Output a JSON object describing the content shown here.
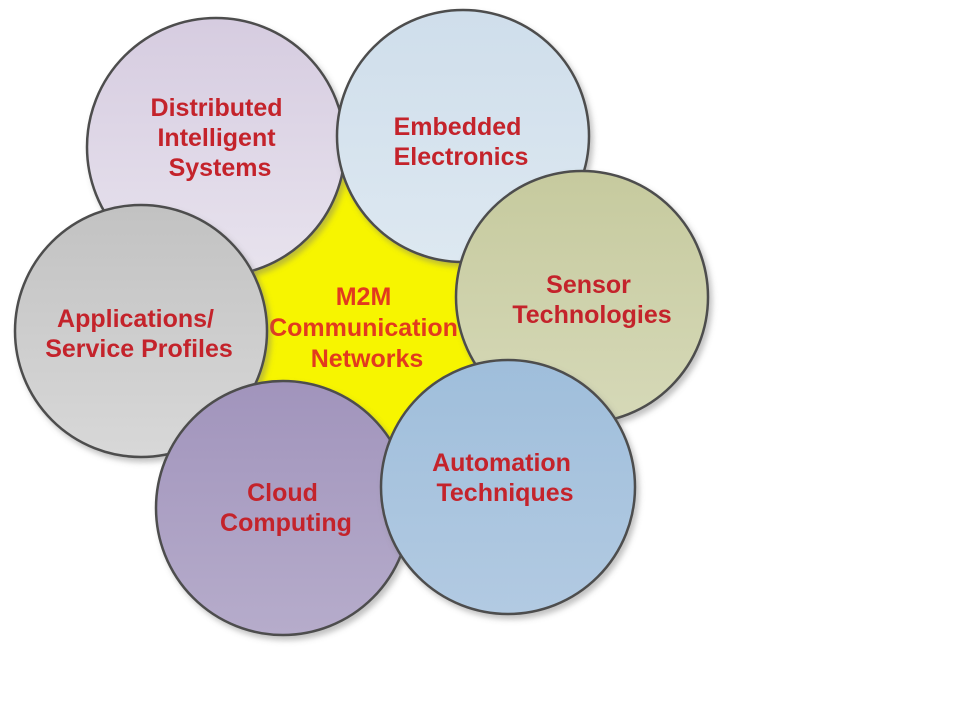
{
  "diagram": {
    "background_color": "#ffffff",
    "outline_color": "#4d4d4d",
    "label_color": "#c4232b",
    "center": {
      "label": "M2M Communication Networks",
      "lines": [
        "M2M",
        "Communication",
        "Networks"
      ],
      "fill": "#f7f500",
      "text_color": "#e23a1e"
    },
    "nodes": [
      {
        "id": "distributed-intelligent-systems",
        "label": "Distributed Intelligent Systems",
        "lines": [
          "Distributed",
          "Intelligent",
          "Systems"
        ],
        "fill_top": "#d6cce0",
        "fill_bottom": "#e8e3ee"
      },
      {
        "id": "embedded-electronics",
        "label": "Embedded Electronics",
        "lines": [
          "Embedded",
          "Electronics"
        ],
        "fill_top": "#cfdeeb",
        "fill_bottom": "#dde8f1"
      },
      {
        "id": "sensor-technologies",
        "label": "Sensor Technologies",
        "lines": [
          "Sensor",
          "Technologies"
        ],
        "fill_top": "#c6ca9e",
        "fill_bottom": "#d6d9b8"
      },
      {
        "id": "applications-service-profiles",
        "label": "Applications/ Service Profiles",
        "lines": [
          "Applications/",
          "Service Profiles"
        ],
        "fill_top": "#c2c2c2",
        "fill_bottom": "#d8d8d8"
      },
      {
        "id": "cloud-computing",
        "label": "Cloud Computing",
        "lines": [
          "Cloud",
          "Computing"
        ],
        "fill_top": "#a194bc",
        "fill_bottom": "#b6accb"
      },
      {
        "id": "automation-techniques",
        "label": "Automation Techniques",
        "lines": [
          "Automation",
          "Techniques"
        ],
        "fill_top": "#9fbedb",
        "fill_bottom": "#b2cae2"
      }
    ]
  }
}
